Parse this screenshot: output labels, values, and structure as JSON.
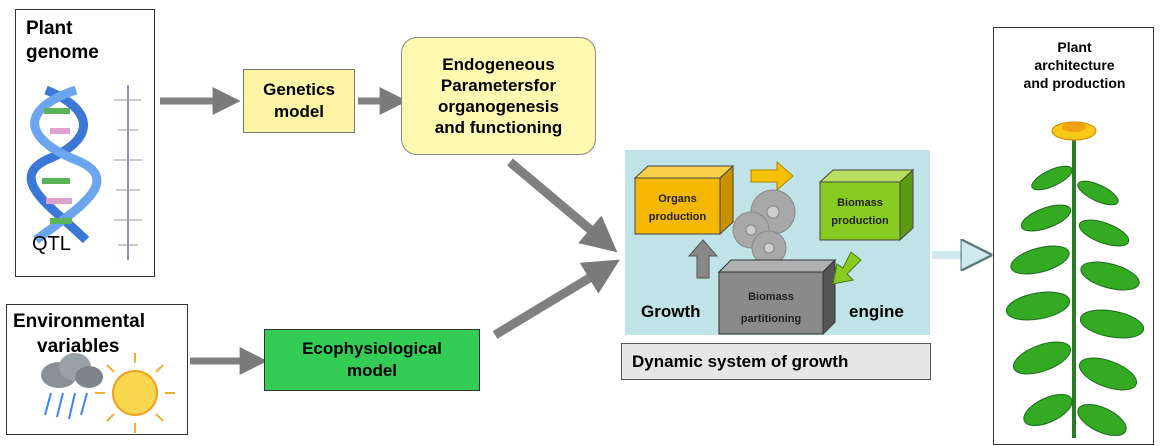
{
  "genome": {
    "title_line1": "Plant",
    "title_line2": "genome",
    "qtl": "QTL"
  },
  "environment": {
    "title_line1": "Environmental",
    "title_line2": "variables"
  },
  "genetics_model": {
    "line1": "Genetics",
    "line2": "model"
  },
  "endogeneous": {
    "line1": "Endogeneous",
    "line2": "Parametersfor",
    "line3": "organogenesis",
    "line4": "and functioning"
  },
  "eco_model": {
    "line1": "Ecophysiological",
    "line2": "model"
  },
  "engine": {
    "organs_line1": "Organs",
    "organs_line2": "production",
    "biomass_line1": "Biomass",
    "biomass_line2": "production",
    "partition_line1": "Biomass",
    "partition_line2": "partitioning",
    "growth": "Growth",
    "engine": "engine"
  },
  "dynamic_caption": "Dynamic system of growth",
  "output": {
    "line1": "Plant",
    "line2": "architecture",
    "line3": "and production"
  },
  "colors": {
    "genetics_fill": "#fdf5a6",
    "endogeneous_fill": "#fdf9b0",
    "eco_fill": "#33cc55",
    "engine_bg": "#bfe3e6",
    "organs_fill": "#f5b800",
    "biomass_fill": "#88cc22",
    "partition_fill": "#8a8a8a",
    "arrow_grey": "#808080"
  }
}
